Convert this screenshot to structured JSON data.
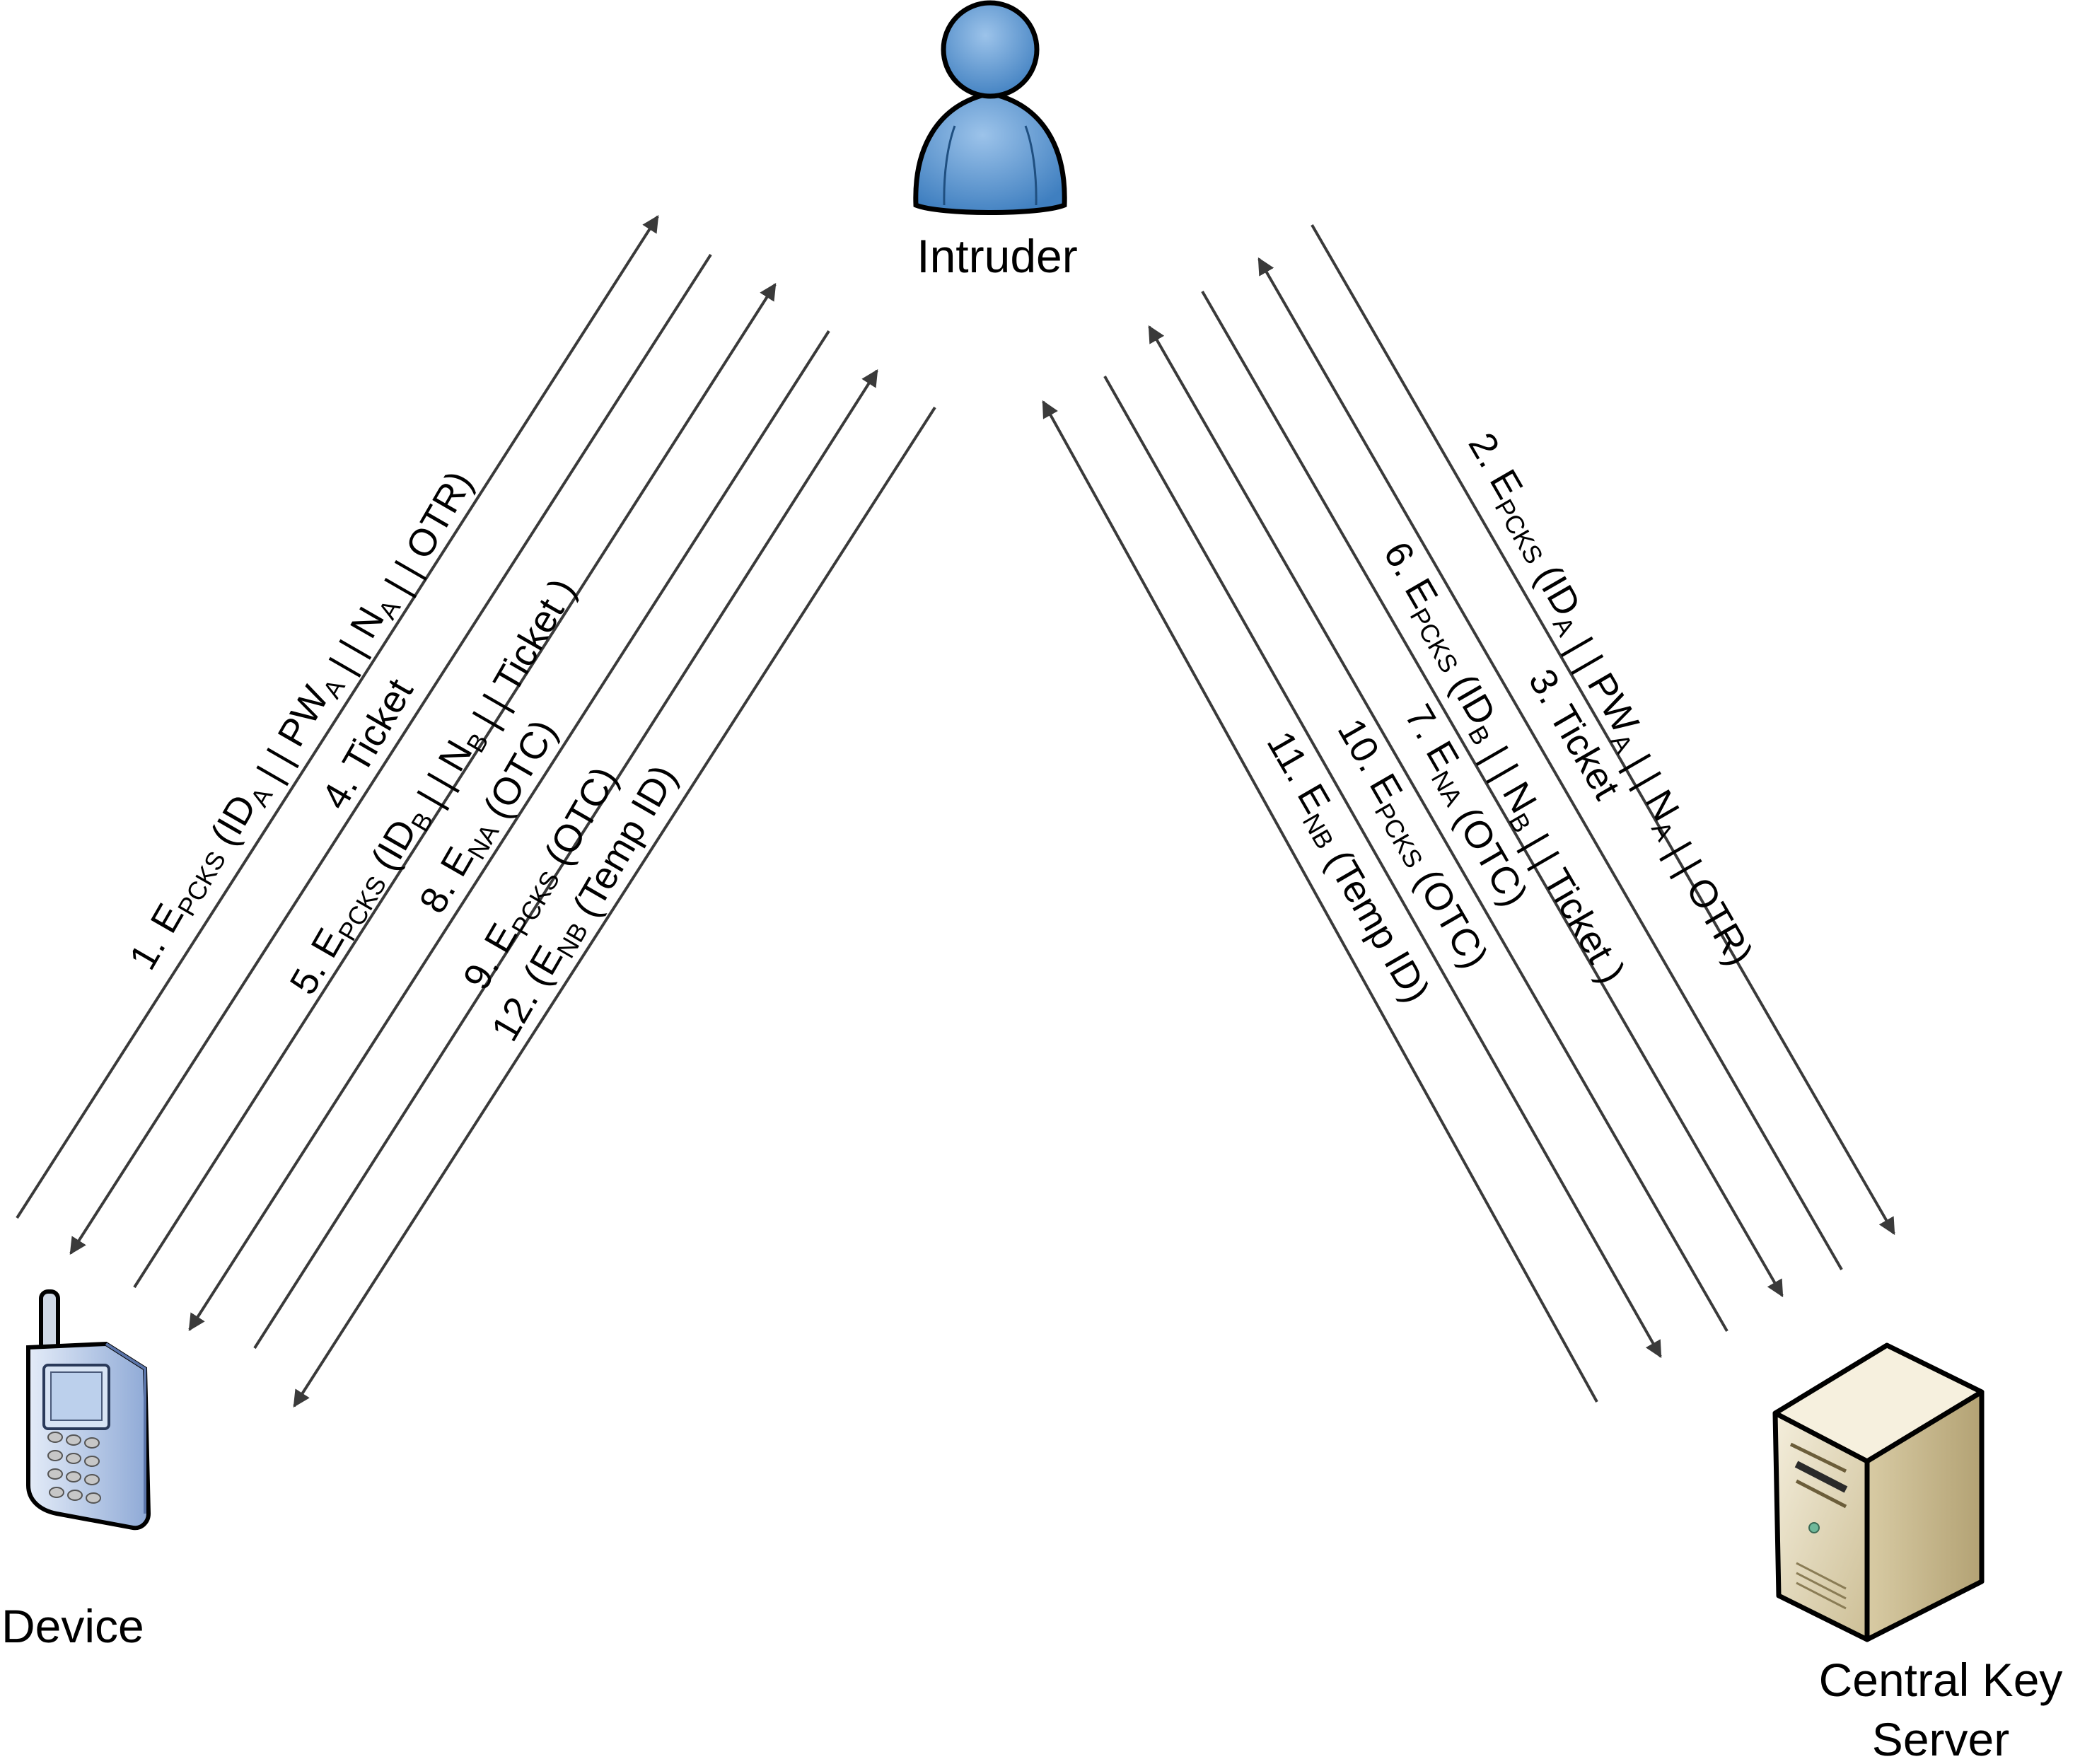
{
  "nodes": {
    "intruder": {
      "label": "Intruder"
    },
    "device": {
      "label": "Device"
    },
    "server": {
      "label_line1": "Central Key",
      "label_line2": "Server"
    }
  },
  "messages_left": [
    [
      {
        "t": "1. E"
      },
      {
        "t": "PCKS",
        "s": 1
      },
      {
        "t": " (ID"
      },
      {
        "t": "A",
        "s": 1
      },
      {
        "t": " | | PW"
      },
      {
        "t": "A",
        "s": 1
      },
      {
        "t": " | | N"
      },
      {
        "t": "A",
        "s": 1
      },
      {
        "t": " | | OTR)"
      }
    ],
    [
      {
        "t": "4. Ticket"
      }
    ],
    [
      {
        "t": "5. E"
      },
      {
        "t": "PCKS",
        "s": 1
      },
      {
        "t": " (ID"
      },
      {
        "t": "B",
        "s": 1
      },
      {
        "t": " | | N"
      },
      {
        "t": "B",
        "s": 1
      },
      {
        "t": " | | Ticket )"
      }
    ],
    [
      {
        "t": "8. E"
      },
      {
        "t": "NA",
        "s": 1
      },
      {
        "t": " (OTC)"
      }
    ],
    [
      {
        "t": "9. E"
      },
      {
        "t": "PCKS",
        "s": 1
      },
      {
        "t": " (OTC)"
      }
    ],
    [
      {
        "t": "12. (E"
      },
      {
        "t": "NB",
        "s": 1
      },
      {
        "t": " (Temp ID)"
      }
    ]
  ],
  "messages_right": [
    [
      {
        "t": "2. E"
      },
      {
        "t": "PCKS",
        "s": 1
      },
      {
        "t": " (ID"
      },
      {
        "t": "A",
        "s": 1
      },
      {
        "t": " | | PW"
      },
      {
        "t": "A",
        "s": 1
      },
      {
        "t": " | | N"
      },
      {
        "t": "A",
        "s": 1
      },
      {
        "t": " | | OTR)"
      }
    ],
    [
      {
        "t": "3. Ticket"
      }
    ],
    [
      {
        "t": "6. E"
      },
      {
        "t": "PCKS",
        "s": 1
      },
      {
        "t": " (ID"
      },
      {
        "t": "B",
        "s": 1
      },
      {
        "t": " | | N"
      },
      {
        "t": "B",
        "s": 1
      },
      {
        "t": " | | Ticket )"
      }
    ],
    [
      {
        "t": "7. E"
      },
      {
        "t": "NA",
        "s": 1
      },
      {
        "t": " (OTC)"
      }
    ],
    [
      {
        "t": "10. E"
      },
      {
        "t": "PCKS",
        "s": 1
      },
      {
        "t": " (OTC)"
      }
    ],
    [
      {
        "t": "11. E"
      },
      {
        "t": "NB",
        "s": 1
      },
      {
        "t": " (Temp ID)"
      }
    ]
  ],
  "colors": {
    "line": "#3a3a3a",
    "person_fill": "#5b9bd5",
    "phone_body": "#b8cbe8",
    "server_body": "#e6dcc0"
  },
  "icons": {
    "intruder": "person-icon",
    "device": "mobile-phone-icon",
    "server": "server-tower-icon"
  }
}
